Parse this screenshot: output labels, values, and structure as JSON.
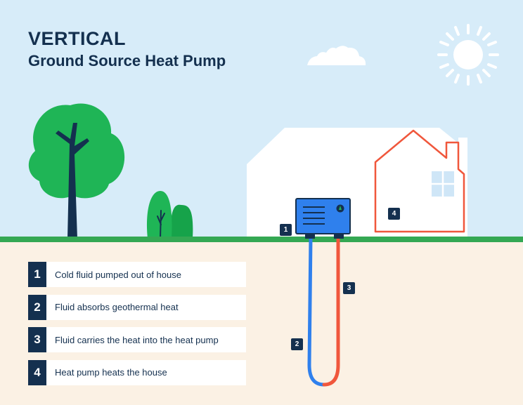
{
  "title": {
    "main": "VERTICAL",
    "sub": "Ground Source Heat Pump"
  },
  "legend": [
    {
      "number": "1",
      "text": "Cold fluid pumped out of house"
    },
    {
      "number": "2",
      "text": "Fluid absorbs geothermal heat"
    },
    {
      "number": "3",
      "text": "Fluid carries the heat into the heat pump"
    },
    {
      "number": "4",
      "text": "Heat pump heats the house"
    }
  ],
  "badges": {
    "b1": "1",
    "b2": "2",
    "b3": "3",
    "b4": "4"
  },
  "colors": {
    "sky": "#d7ecf9",
    "ground": "#fbf1e4",
    "grass": "#34a853",
    "navy": "#14304f",
    "cold_pipe": "#2f80ed",
    "hot_pipe": "#f0573c",
    "tree_green": "#1fb556"
  }
}
